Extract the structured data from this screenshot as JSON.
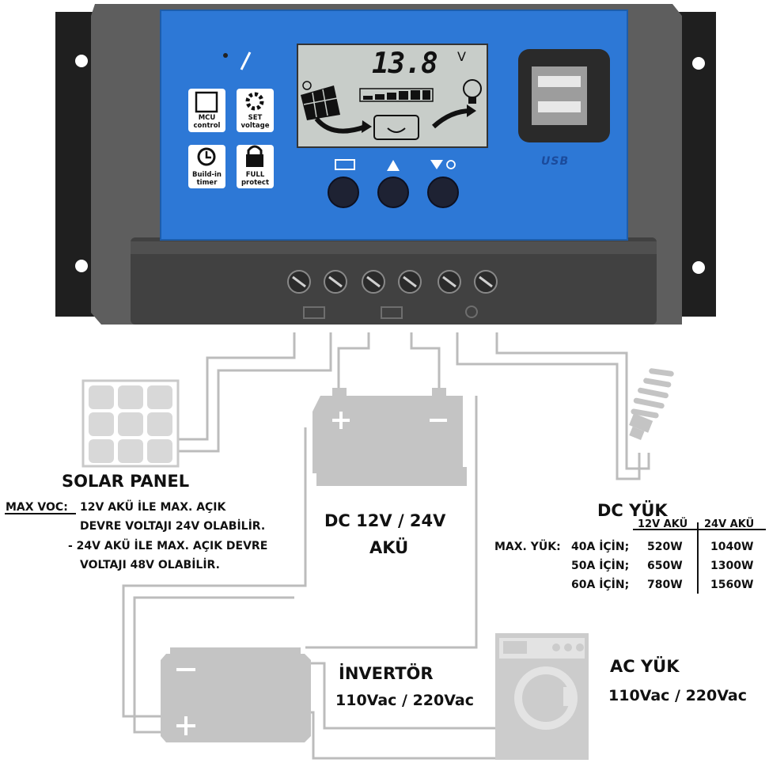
{
  "device": {
    "lcd_value": "13.8",
    "lcd_unit": "V",
    "usb_label": "USB",
    "features": [
      {
        "icon": "chip-icon",
        "label_line1": "MCU",
        "label_line2": "control"
      },
      {
        "icon": "gear-icon",
        "label_line1": "SET",
        "label_line2": "voltage"
      },
      {
        "icon": "clock-icon",
        "label_line1": "Build-in",
        "label_line2": "timer"
      },
      {
        "icon": "lock-icon",
        "label_line1": "FULL",
        "label_line2": "protect"
      }
    ],
    "buttons": [
      {
        "icon": "battery-mode-icon"
      },
      {
        "icon": "up-arrow-icon"
      },
      {
        "icon": "down-arrow-icon"
      }
    ],
    "colors": {
      "panel_blue": "#2d78d6",
      "body_gray": "#5e5e5e",
      "lcd_bg": "#c8cdc9"
    }
  },
  "labels": {
    "solar_panel_title": "SOLAR PANEL",
    "max_voc_prefix": "MAX VOC:",
    "max_voc_line1": "12V AKÜ İLE MAX. AÇIK",
    "max_voc_line2": "DEVRE VOLTAJI 24V OLABİLİR.",
    "max_voc_line3": "- 24V AKÜ İLE MAX. AÇIK DEVRE",
    "max_voc_line4": "VOLTAJI 48V OLABİLİR.",
    "battery_line1": "DC 12V / 24V",
    "battery_line2": "AKÜ",
    "inverter_line1": "İNVERTÖR",
    "inverter_line2": "110Vac / 220Vac",
    "ac_load_line1": "AC YÜK",
    "ac_load_line2": "110Vac / 220Vac",
    "dc_load_title": "DC YÜK"
  },
  "dc_load_table": {
    "col_12v": "12V AKÜ",
    "col_24v": "24V AKÜ",
    "row_prefix": "MAX. YÜK:",
    "rows": [
      {
        "label": "40A İÇİN;",
        "v12": "520W",
        "v24": "1040W"
      },
      {
        "label": "50A İÇİN;",
        "v12": "650W",
        "v24": "1300W"
      },
      {
        "label": "60A İÇİN;",
        "v12": "780W",
        "v24": "1560W"
      }
    ]
  }
}
